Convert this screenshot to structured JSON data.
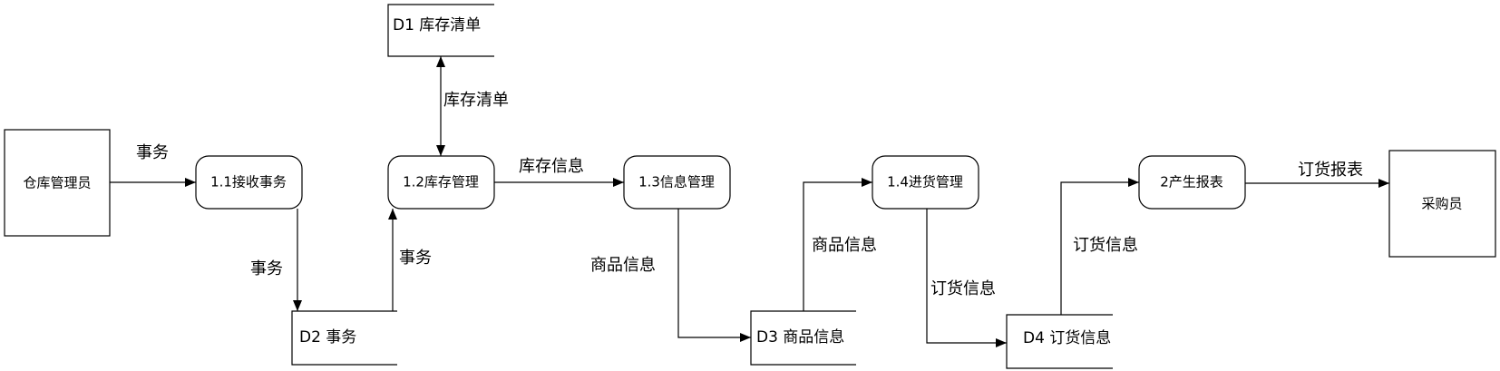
{
  "diagram": {
    "entities": {
      "warehouse_manager": "仓库管理员",
      "purchaser": "采购员"
    },
    "processes": {
      "p11": "1.1接收事务",
      "p12": "1.2库存管理",
      "p13": "1.3信息管理",
      "p14": "1.4进货管理",
      "p2": "2产生报表"
    },
    "stores": {
      "d1": "D1 库存清单",
      "d2": "D2 事务",
      "d3": "D3 商品信息",
      "d4": "D4 订货信息"
    },
    "flows": {
      "f_mgr_p11": "事务",
      "f_p11_d2": "事务",
      "f_d2_p12": "事务",
      "f_d1_p12": "库存清单",
      "f_p12_p13": "库存信息",
      "f_p13_d3": "商品信息",
      "f_d3_p14": "商品信息",
      "f_p14_d4": "订货信息",
      "f_d4_p2": "订货信息",
      "f_p2_buyer": "订货报表"
    }
  }
}
